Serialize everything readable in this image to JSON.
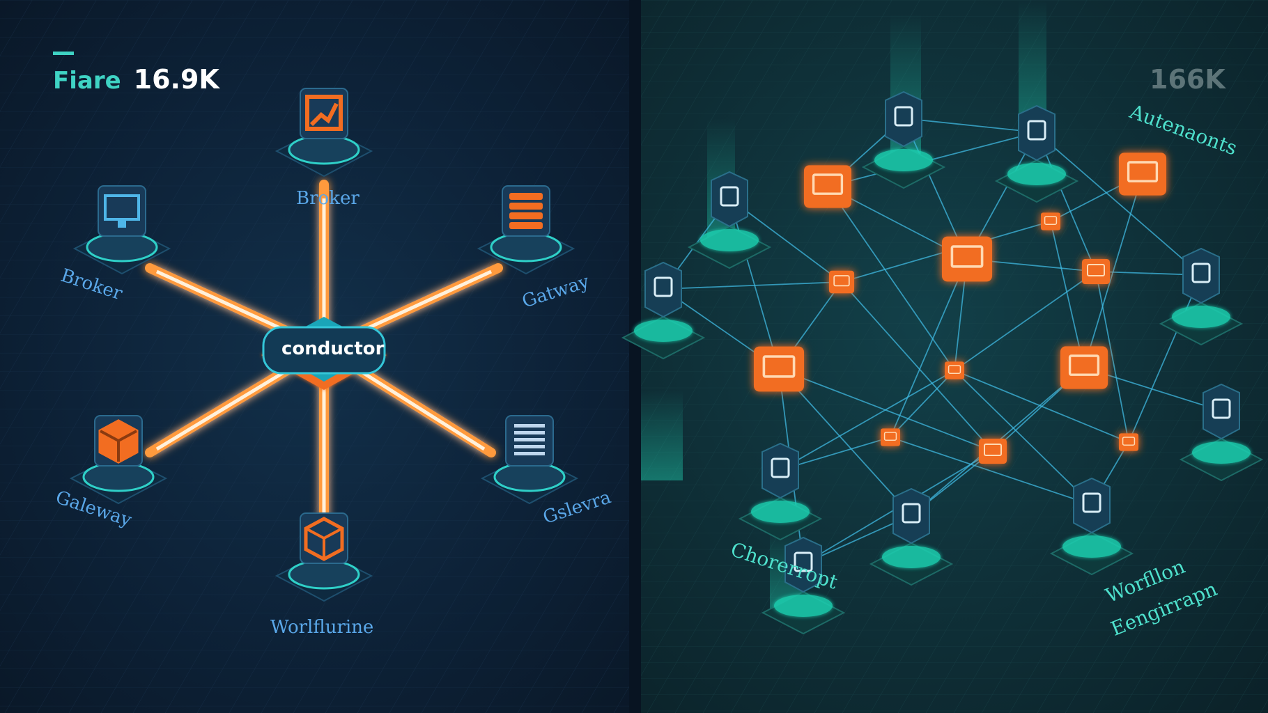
{
  "left": {
    "stat_label": "Fiare",
    "stat_value": "16.9K",
    "hub_label": "conductor",
    "nodes": [
      {
        "name": "top",
        "label": "Broker",
        "icon": "chart-icon",
        "accent": "#f26d21"
      },
      {
        "name": "upper-left",
        "label": "Broker",
        "icon": "monitor-icon",
        "accent": "#4fb6e8"
      },
      {
        "name": "upper-right",
        "label": "Gatway",
        "icon": "database-icon",
        "accent": "#f26d21"
      },
      {
        "name": "lower-left",
        "label": "Galeway",
        "icon": "cube-icon",
        "accent": "#f26d21"
      },
      {
        "name": "lower-right",
        "label": "Gslevra",
        "icon": "document-icon",
        "accent": "#bfd7ee"
      },
      {
        "name": "bottom",
        "label": "Worlflurine",
        "icon": "box-icon",
        "accent": "#f26d21"
      }
    ]
  },
  "right": {
    "stat_value": "166K",
    "labels": {
      "top_right": "Autenaonts",
      "bottom_left": "Chorerropt",
      "bottom_right_1": "Worfllon",
      "bottom_right_2": "Eengirrapn"
    },
    "platforms": [
      {
        "icon": "document-icon"
      },
      {
        "icon": "shield-icon"
      },
      {
        "icon": "shield-icon"
      },
      {
        "icon": "panel-icon"
      },
      {
        "icon": "wifi-icon"
      },
      {
        "icon": "monitor-icon"
      },
      {
        "icon": "person-icon"
      },
      {
        "icon": "person-icon"
      },
      {
        "icon": "cube-icon"
      },
      {
        "icon": "blank-icon"
      }
    ]
  },
  "colors": {
    "orange": "#f26d21",
    "glow": "#ffb060",
    "teal": "#22d3b8",
    "link": "#3fb8e0"
  }
}
